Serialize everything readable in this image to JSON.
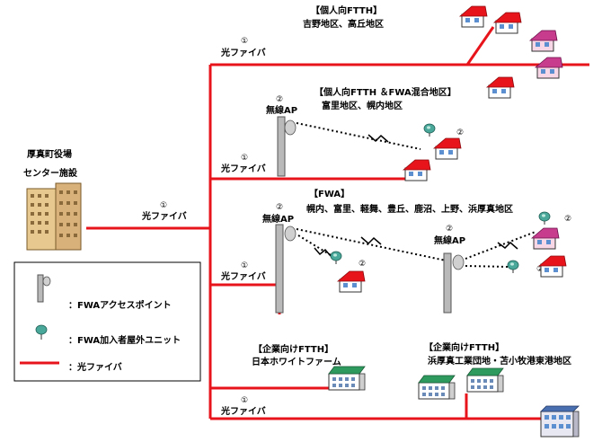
{
  "office": {
    "name": "厚真町役場",
    "facility": "センター施設"
  },
  "link_number": "①",
  "ap_number": "②",
  "fiber_label": "光ファイバ",
  "ap_label": "無線AP",
  "areas": {
    "ftth_header": "【個人向FTTH】",
    "ftth_districts": "吉野地区、高丘地区",
    "mixed_header": "【個人向FTTH ＆FWA混合地区】",
    "mixed_districts": "富里地区、幌内地区",
    "fwa_header": "【FWA】",
    "fwa_districts": "幌内、富里、軽舞、豊丘、鹿沼、上野、浜厚真地区",
    "corp1_header": "【企業向けFTTH】",
    "corp1_name": "日本ホワイトファーム",
    "corp2_header": "【企業向けFTTH】",
    "corp2_name": "浜厚真工業団地・苫小牧港東港地区"
  },
  "legend": {
    "ap": "：FWAアクセスポイント",
    "unit": "：FWA加入者屋外ユニット",
    "fiber": "：光ファイバ"
  },
  "colors": {
    "fiber": "#e8141b",
    "roof": "#e8141b",
    "unit": "#4aa89a",
    "corp_roof": "#2e9a5e"
  }
}
